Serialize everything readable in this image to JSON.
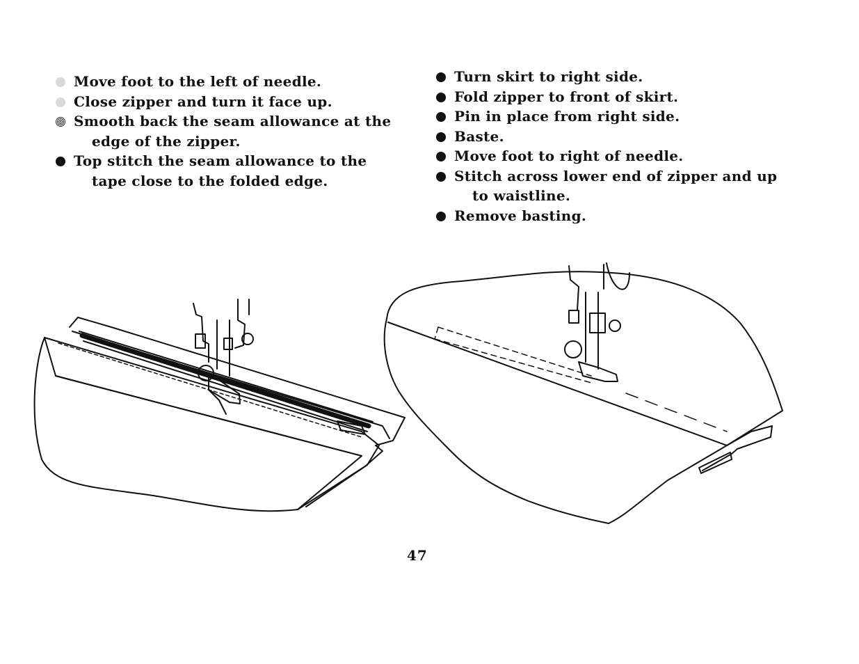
{
  "left_steps": [
    {
      "text": "Move foot to the left of needle.",
      "cont": "",
      "bullet": "faded"
    },
    {
      "text": "Close zipper and turn it face up.",
      "cont": "",
      "bullet": "faded"
    },
    {
      "text": "Smooth back the seam allowance at the",
      "cont": "edge of the zipper.",
      "bullet": "dotted"
    },
    {
      "text": "Top stitch the seam allowance to the",
      "cont": "tape close to the folded edge.",
      "bullet": "solid"
    }
  ],
  "right_steps": [
    {
      "text": "Turn skirt to right side.",
      "cont": "",
      "bullet": "solid"
    },
    {
      "text": "Fold zipper to front of skirt.",
      "cont": "",
      "bullet": "solid"
    },
    {
      "text": "Pin in place from right side.",
      "cont": "",
      "bullet": "solid"
    },
    {
      "text": "Baste.",
      "cont": "",
      "bullet": "solid"
    },
    {
      "text": "Move foot to right of needle.",
      "cont": "",
      "bullet": "solid"
    },
    {
      "text": "Stitch across lower end of zipper and up",
      "cont": "to waistline.",
      "bullet": "solid"
    },
    {
      "text": "Remove basting.",
      "cont": "",
      "bullet": "solid"
    }
  ],
  "page_number": "47"
}
